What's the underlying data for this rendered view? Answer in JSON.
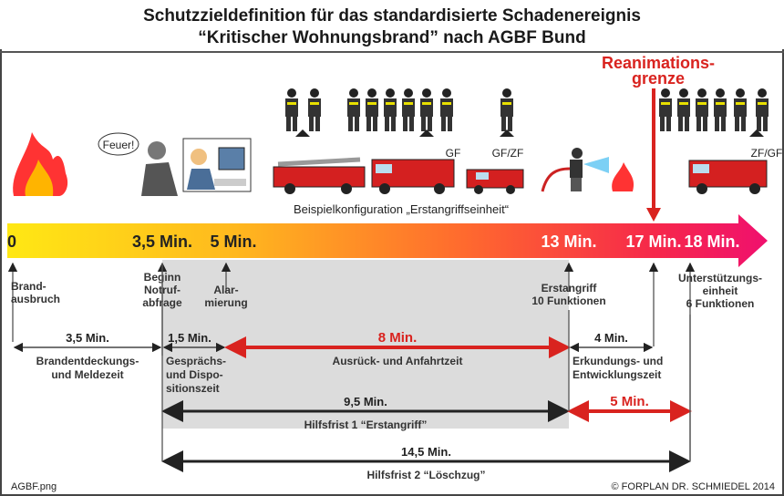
{
  "title": {
    "line1": "Schutzzieldefinition für das standardisierte Schadenereignis",
    "line2": "“Kritischer Wohnungsbrand” nach AGBF Bund"
  },
  "illustrations": {
    "speech": "Feuer!",
    "labels": [
      "GF",
      "GF/ZF",
      "ZF/GF"
    ],
    "caption": "Beispielkonfiguration „Erstangriffseinheit“",
    "reanimation": [
      "Reanimations-",
      "grenze"
    ]
  },
  "timeline": {
    "markers": [
      {
        "min": 0,
        "label": "0",
        "desc": [
          "Brand-",
          "ausbruch"
        ]
      },
      {
        "min": 3.5,
        "label": "3,5 Min.",
        "desc": [
          "Beginn",
          "Notruf-",
          "abfrage"
        ]
      },
      {
        "min": 5,
        "label": "5 Min.",
        "desc": [
          "Alar-",
          "mierung"
        ]
      },
      {
        "min": 13,
        "label": "13 Min.",
        "desc": [
          "Erstangriff",
          "10 Funktionen"
        ]
      },
      {
        "min": 17,
        "label": "17 Min.",
        "desc": []
      },
      {
        "min": 18,
        "label": "18 Min.",
        "desc": [
          "Unterstützungs-",
          "einheit",
          "6 Funktionen"
        ]
      }
    ]
  },
  "spans": [
    {
      "from": 0,
      "to": 3.5,
      "label": "3,5 Min.",
      "desc": [
        "Brandentdeckungs-",
        "und Meldezeit"
      ],
      "red": false
    },
    {
      "from": 3.5,
      "to": 5,
      "label": "1,5 Min.",
      "desc": [
        "Gesprächs-",
        "und Dispo-",
        "sitionszeit"
      ],
      "red": false
    },
    {
      "from": 5,
      "to": 13,
      "label": "8 Min.",
      "desc": [
        "Ausrück- und Anfahrtzeit"
      ],
      "red": true
    },
    {
      "from": 13,
      "to": 17,
      "label": "4 Min.",
      "desc": [
        "Erkundungs- und",
        "Entwicklungszeit"
      ],
      "red": false
    },
    {
      "from": 3.5,
      "to": 13,
      "label": "9,5 Min.",
      "desc": [
        "Hilfsfrist 1 “Erstangriff”"
      ],
      "red": false
    },
    {
      "from": 13,
      "to": 18,
      "label": "5 Min.",
      "desc": [],
      "red": true
    },
    {
      "from": 3.5,
      "to": 18,
      "label": "14,5 Min.",
      "desc": [
        "Hilfsfrist 2 “Löschzug”"
      ],
      "red": false
    }
  ],
  "footer": {
    "file": "AGBF.png",
    "copyright": "© FORPLAN DR. SCHMIEDEL 2014"
  },
  "colors": {
    "red": "#d9231f",
    "gray": "#dcdcdc",
    "text": "#222222"
  }
}
